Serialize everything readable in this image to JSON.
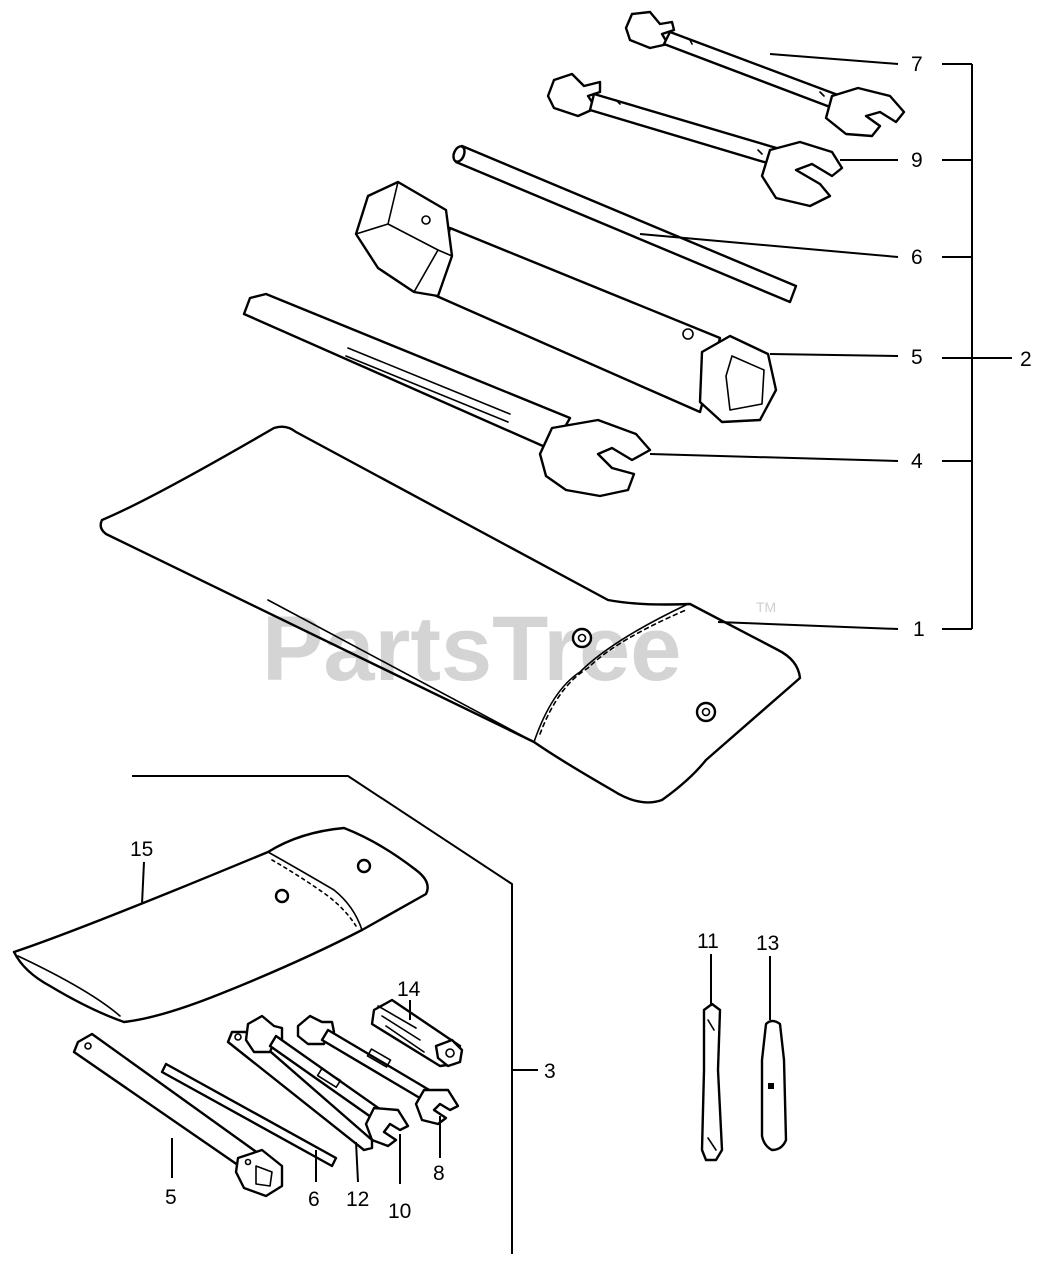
{
  "watermark": {
    "text": "PartsTree",
    "trademark": "TM"
  },
  "callouts": {
    "c1": "1",
    "c2": "2",
    "c3": "3",
    "c4": "4",
    "c5a": "5",
    "c5b": "5",
    "c6a": "6",
    "c6b": "6",
    "c7": "7",
    "c8": "8",
    "c9": "9",
    "c10": "10",
    "c11": "11",
    "c12": "12",
    "c13": "13",
    "c14": "14",
    "c15": "15"
  }
}
